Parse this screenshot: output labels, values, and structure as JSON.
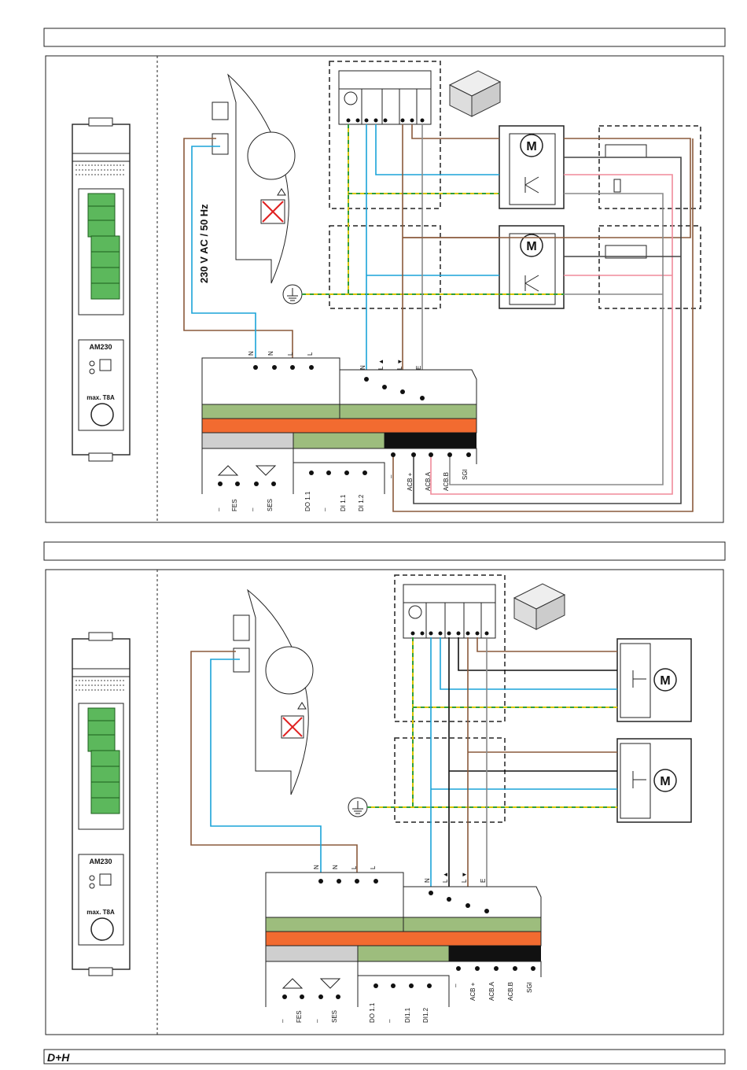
{
  "colors": {
    "blue": "#1aa3d9",
    "brown": "#8a5a3b",
    "gy": "#d8c400",
    "gy2": "#2f9e3a",
    "pink": "#f08a9a",
    "grey": "#8a8a8a",
    "black": "#111111",
    "green_bar": "#9dbd7d",
    "orange_bar": "#f26b30",
    "grey_bar": "#cfcfcf",
    "terminal_green": "#5cb85c"
  },
  "module": {
    "name": "AM230",
    "fuse": "max. T8A"
  },
  "supply_label": "230 V AC / 50 Hz",
  "terminals": {
    "power": [
      "N",
      "N",
      "L",
      "L"
    ],
    "motor": [
      "N",
      "L ▲",
      "L ▼",
      "E"
    ],
    "bottom_left": [
      "–",
      "FES",
      "–",
      "SES"
    ],
    "bottom_mid": [
      "DO 1.1",
      "–",
      "DI 1.1",
      "DI 1.2"
    ],
    "bottom_mid2": [
      "DO 1.1",
      "–",
      "DI1.1",
      "DI1.2"
    ],
    "bottom_right": [
      "–",
      "ACB +",
      "ACB.A",
      "ACB.B",
      "SGI"
    ]
  },
  "motor_symbol": "M",
  "footer": {
    "logo": "D+H"
  }
}
